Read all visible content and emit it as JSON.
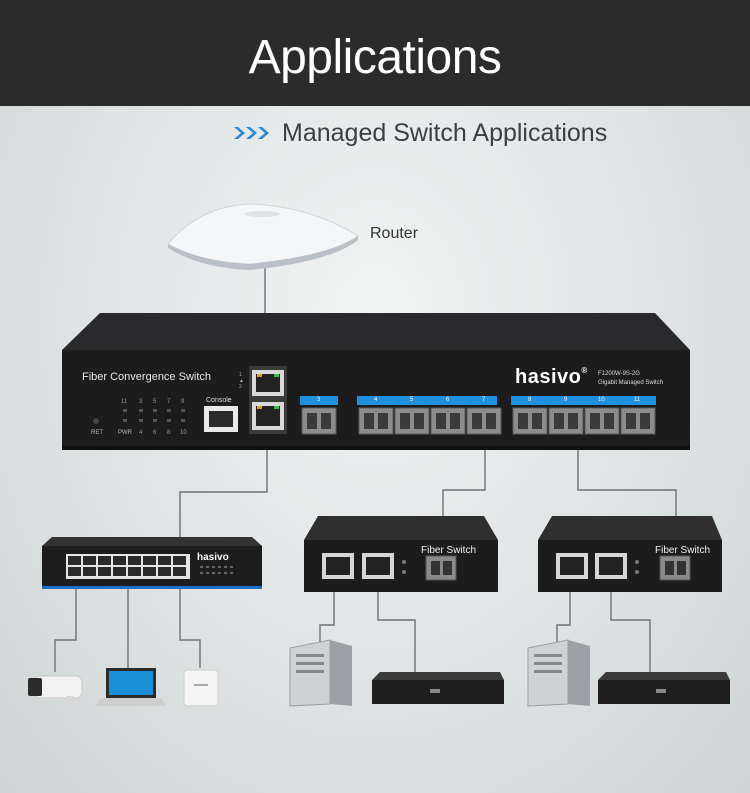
{
  "header": {
    "title": "Applications"
  },
  "subtitle": {
    "text": "Managed Switch Applications",
    "arrow_icon": "triple-chevron-right-icon"
  },
  "labels": {
    "router": "Router"
  },
  "main_switch": {
    "label": "Fiber Convergence Switch",
    "brand": "hasivo",
    "brand_mark": "®",
    "model": "F1200W-9S-2G",
    "model_desc": "Gigabit Managed Switch",
    "console": "Console",
    "rst": "RET",
    "pwr": "PWR",
    "leds_top": [
      "11",
      "3",
      "5",
      "7",
      "9"
    ],
    "leds_bottom": [
      "4",
      "6",
      "8",
      "10"
    ],
    "rj_nums": "1 ▲ 2",
    "sfp_ports": [
      "3",
      "4",
      "5",
      "6",
      "7",
      "8",
      "9",
      "10",
      "11"
    ]
  },
  "poe_switch": {
    "brand": "hasivo"
  },
  "media_converter_left": {
    "label": "Fiber Switch"
  },
  "media_converter_right": {
    "label": "Fiber Switch"
  },
  "colors": {
    "header_bg": "#2b2b2b",
    "accent_blue": "#1f8fe0",
    "cable": "#6d7275",
    "switch_body": "#1c1c1d"
  }
}
